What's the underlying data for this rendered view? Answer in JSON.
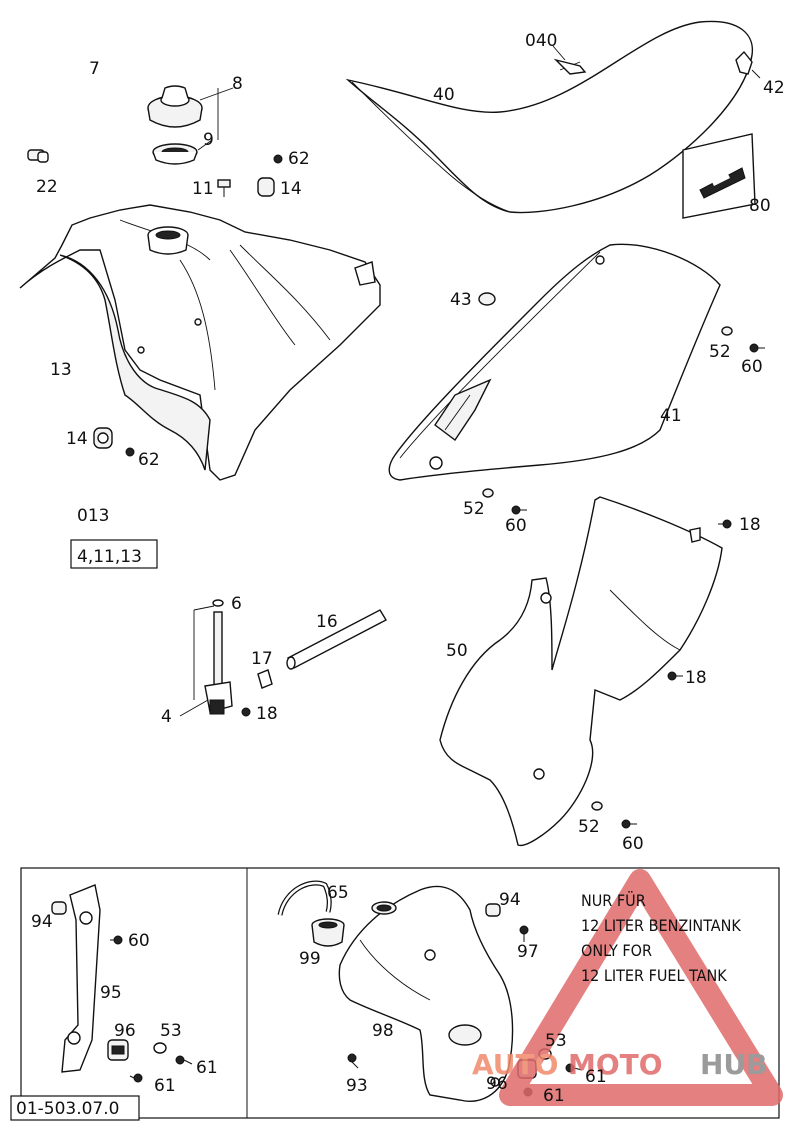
{
  "labels": {
    "l7": "7",
    "l8": "8",
    "l9": "9",
    "l22": "22",
    "l62a": "62",
    "l11": "11",
    "l14a": "14",
    "l040": "040",
    "l40": "40",
    "l42": "42",
    "l80": "80",
    "l13": "13",
    "l14b": "14",
    "l62b": "62",
    "l43": "43",
    "l52a": "52",
    "l60a": "60",
    "l41": "41",
    "l52b": "52",
    "l60b": "60",
    "l013": "013",
    "kit": "4,11,13",
    "l6": "6",
    "l16": "16",
    "l17": "17",
    "l4": "4",
    "l18a": "18",
    "l18b": "18",
    "l50": "50",
    "l18c": "18",
    "l52c": "52",
    "l60c": "60",
    "l94a": "94",
    "l60d": "60",
    "l95": "95",
    "l96a": "96",
    "l53a": "53",
    "l61a": "61",
    "l61b": "61",
    "l65": "65",
    "l99": "99",
    "l94b": "94",
    "l97": "97",
    "l98": "98",
    "l53b": "53",
    "l61c": "61",
    "l93": "93",
    "l96b": "96",
    "l61d": "61"
  },
  "note": {
    "line1": "NUR FÜR",
    "line2": "12 LITER BENZINTANK",
    "line3": "ONLY FOR",
    "line4": "12 LITER FUEL TANK"
  },
  "watermark": {
    "part1": "AUTO",
    "part2": "MOTO",
    "part3": "HUB"
  },
  "diagram_code": "01-503.07.0",
  "colors": {
    "ink": "#111111",
    "watermark_red": "#e06a6a",
    "watermark_grey": "#8a8a8a"
  }
}
